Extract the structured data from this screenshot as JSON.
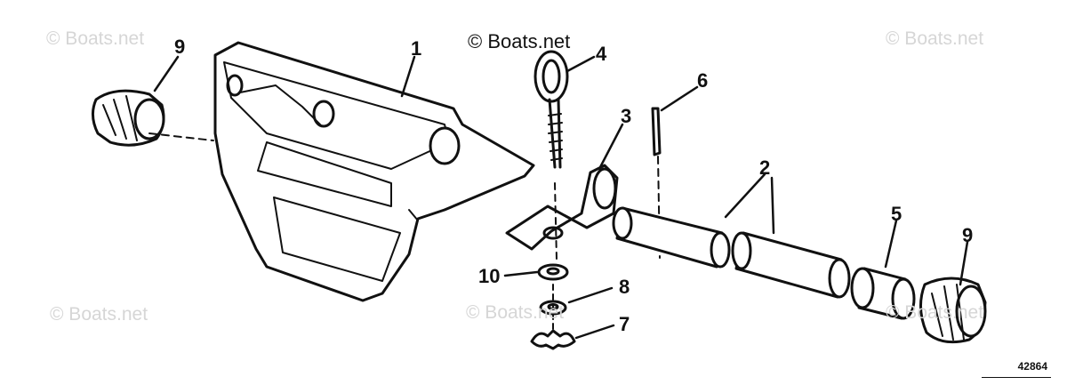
{
  "watermarks": {
    "top_left": "© Boats.net",
    "top_center": "© Boats.net",
    "top_right": "© Boats.net",
    "bottom_left": "© Boats.net",
    "bottom_center": "© Boats.net",
    "bottom_right": "© Boats.net"
  },
  "callouts": {
    "grip_left": "9",
    "bracket": "1",
    "eye_bolt": "4",
    "pin": "6",
    "clamp": "3",
    "tubes": "2",
    "sleeve": "5",
    "grip_right": "9",
    "washer_flat": "10",
    "washer_lock": "8",
    "wing_nut": "7"
  },
  "figure_number": "42864",
  "colors": {
    "ink": "#111111",
    "watermark": "#d6d6d6",
    "background": "#ffffff"
  }
}
